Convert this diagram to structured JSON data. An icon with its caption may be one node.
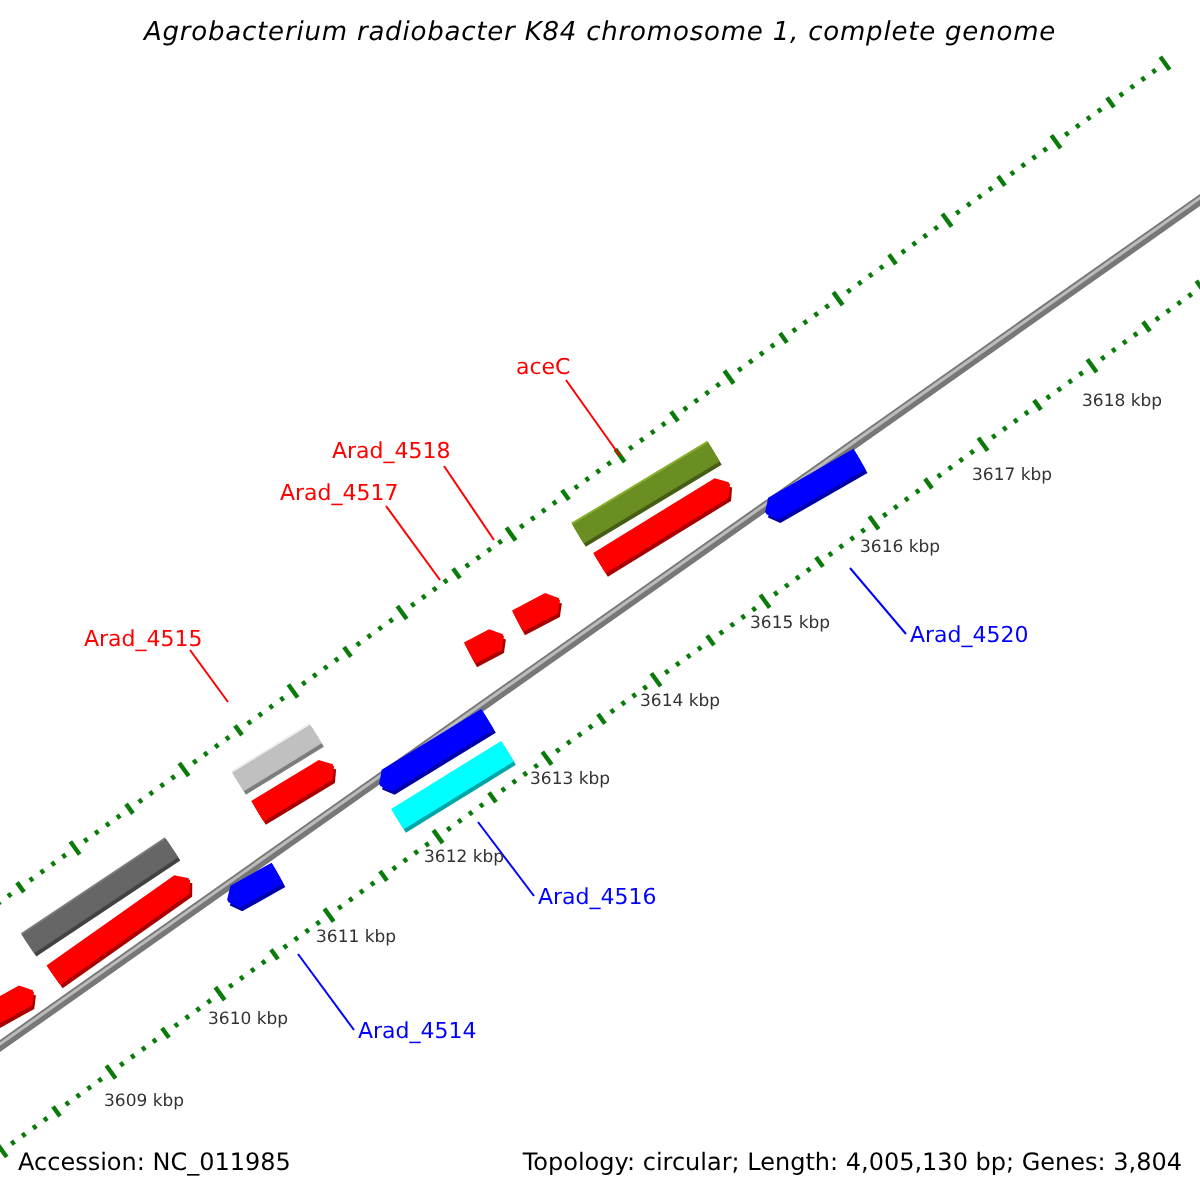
{
  "diagram": {
    "title": "Agrobacterium radiobacter K84 chromosome 1, complete genome",
    "nodes": [
      {
        "text": [
          "aceC"
        ]
      },
      {
        "text": [
          "Arad_4518"
        ]
      },
      {
        "text": [
          "Arad_4517"
        ]
      },
      {
        "text": [
          "Arad_4515"
        ]
      },
      {
        "text": [
          "Arad_4520"
        ]
      },
      {
        "text": [
          "Arad_4516"
        ]
      },
      {
        "text": [
          "Arad_4514"
        ]
      }
    ],
    "edges": [
      {
        "from": 0,
        "to": null,
        "arrow": "none"
      },
      {
        "from": 1,
        "to": null,
        "arrow": "none"
      },
      {
        "from": 2,
        "to": null,
        "arrow": "none"
      },
      {
        "from": 3,
        "to": null,
        "arrow": "none"
      },
      {
        "from": 4,
        "to": null,
        "arrow": "none",
        "color": "#0000ff"
      },
      {
        "from": 5,
        "to": null,
        "arrow": "none",
        "color": "#0000ff"
      },
      {
        "from": 6,
        "to": null,
        "arrow": "none",
        "color": "#0000ff"
      }
    ],
    "labels": [
      "3618 kbp",
      "3617 kbp",
      "3616 kbp",
      "3615 kbp",
      "3614 kbp",
      "3613 kbp",
      "3612 kbp",
      "3611 kbp",
      "3610 kbp",
      "3609 kbp",
      "Accession: NC_011985",
      "Topology: circular; Length: 4,005,130 bp; Genes: 3,804"
    ]
  }
}
